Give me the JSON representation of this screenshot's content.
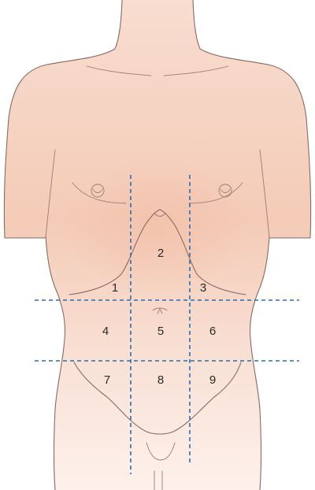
{
  "figure": {
    "regions": [
      {
        "id": "1",
        "label": "1"
      },
      {
        "id": "2",
        "label": "2"
      },
      {
        "id": "3",
        "label": "3"
      },
      {
        "id": "4",
        "label": "4"
      },
      {
        "id": "5",
        "label": "5"
      },
      {
        "id": "6",
        "label": "6"
      },
      {
        "id": "7",
        "label": "7"
      },
      {
        "id": "8",
        "label": "8"
      },
      {
        "id": "9",
        "label": "9"
      }
    ],
    "colors": {
      "skin_light": "#fbe8e0",
      "skin_warm": "#f3c8b4",
      "outline": "#8a6a62",
      "guide_lines": "#2a6db0"
    }
  }
}
